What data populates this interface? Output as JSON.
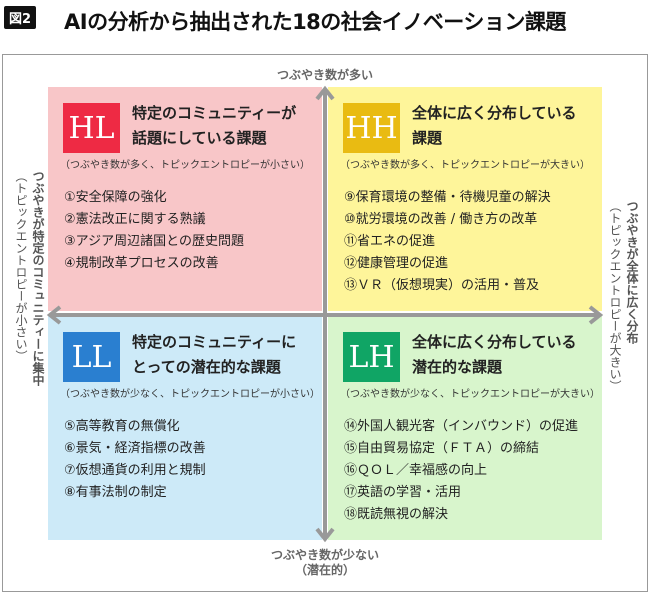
{
  "figure_label": "図2",
  "title": "AIの分析から抽出された18の社会イノベーション課題",
  "axes": {
    "top": "つぶやき数が多い",
    "bottom": "つぶやき数が少ない",
    "bottom_sub": "（潜在的）",
    "left": "つぶやきが特定のコミュニティーに集中",
    "left_sub": "（トピックエントロピーが小さい）",
    "right": "つぶやきが全体に広く分布",
    "right_sub": "（トピックエントロピーが大きい）"
  },
  "quadrants": {
    "hl": {
      "badge": "HL",
      "color": "#ee2a44",
      "title1": "特定のコミュニティーが",
      "title2": "話題にしている課題",
      "sub": "（つぶやき数が多く、トピックエントロピーが小さい）",
      "items": [
        "①安全保障の強化",
        "②憲法改正に関する熟議",
        "③アジア周辺諸国との歴史問題",
        "④規制改革プロセスの改善"
      ]
    },
    "hh": {
      "badge": "HH",
      "color": "#e9bb12",
      "title1": "全体に広く分布している",
      "title2": "課題",
      "sub": "（つぶやき数が多く、トピックエントロピーが大きい）",
      "items": [
        "⑨保育環境の整備・待機児童の解決",
        "⑩就労環境の改善 / 働き方の改革",
        "⑪省エネの促進",
        "⑫健康管理の促進",
        "⑬ＶＲ（仮想現実）の活用・普及"
      ]
    },
    "ll": {
      "badge": "LL",
      "color": "#2a7fd0",
      "title1": "特定のコミュニティーに",
      "title2": "とっての潜在的な課題",
      "sub": "（つぶやき数が少なく、トピックエントロピーが小さい）",
      "items": [
        "⑤高等教育の無償化",
        "⑥景気・経済指標の改善",
        "⑦仮想通貨の利用と規制",
        "⑧有事法制の制定"
      ]
    },
    "lh": {
      "badge": "LH",
      "color": "#10a565",
      "title1": "全体に広く分布している",
      "title2": "潜在的な課題",
      "sub": "（つぶやき数が少なく、トピックエントロピーが大きい）",
      "items": [
        "⑭外国人観光客（インバウンド）の促進",
        "⑮自由貿易協定（ＦＴＡ）の締結",
        "⑯ＱＯＬ／幸福感の向上",
        "⑰英語の学習・活用",
        "⑱既読無視の解決"
      ]
    }
  }
}
